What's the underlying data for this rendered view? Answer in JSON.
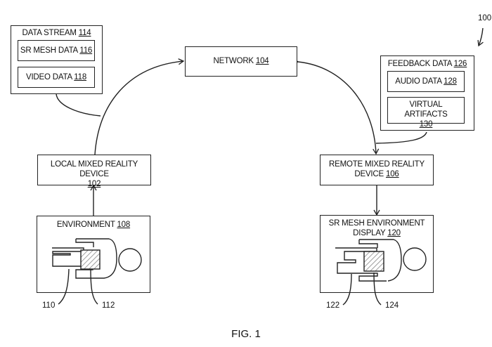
{
  "figure_ref": "100",
  "figure_caption": "FIG. 1",
  "network": {
    "label": "NETWORK",
    "ref": "104"
  },
  "data_stream": {
    "label": "DATA STREAM",
    "ref": "114",
    "items": [
      {
        "label": "SR MESH DATA",
        "ref": "116"
      },
      {
        "label": "VIDEO DATA",
        "ref": "118"
      }
    ]
  },
  "feedback_data": {
    "label": "FEEDBACK DATA",
    "ref": "126",
    "items": [
      {
        "label": "AUDIO DATA",
        "ref": "128"
      },
      {
        "label": "VIRTUAL ARTIFACTS",
        "ref": "130"
      }
    ]
  },
  "local_device": {
    "label": "LOCAL MIXED REALITY DEVICE",
    "ref": "102"
  },
  "remote_device": {
    "label_line1": "REMOTE MIXED REALITY",
    "label_line2": "DEVICE",
    "ref": "106"
  },
  "environment": {
    "label": "ENVIRONMENT",
    "ref": "108",
    "callouts": [
      "110",
      "112"
    ]
  },
  "sr_display": {
    "label_line1": "SR MESH ENVIRONMENT",
    "label_line2": "DISPLAY",
    "ref": "120",
    "callouts": [
      "122",
      "124"
    ]
  }
}
